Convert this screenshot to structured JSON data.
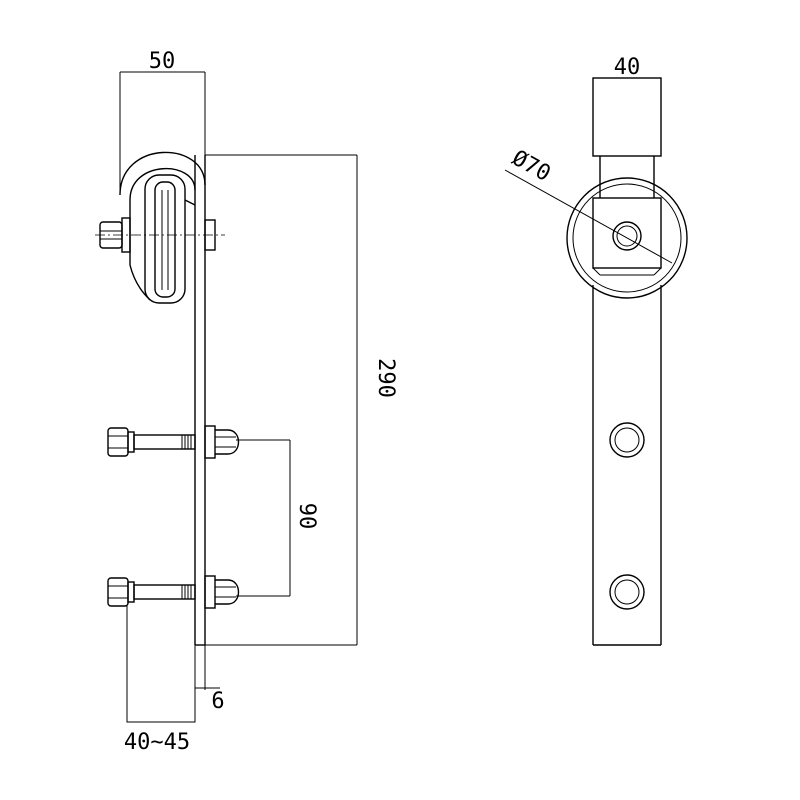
{
  "dimensions": {
    "top_width": "50",
    "height": "290",
    "bolt_spacing": "90",
    "plate_thickness": "6",
    "door_thickness": "40~45",
    "strap_width": "40",
    "wheel_diameter": "Ø70"
  }
}
